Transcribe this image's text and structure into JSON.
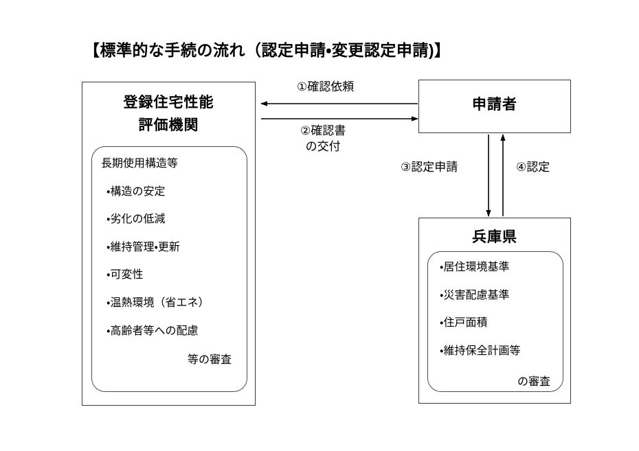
{
  "page": {
    "title": "【標準的な手続の流れ（認定申請・変更認定申請)】"
  },
  "agency": {
    "title_line1": "登録住宅性能",
    "title_line2": "評価機関",
    "criteria_heading": "長期使用構造等",
    "criteria": [
      "・構造の安定",
      "・劣化の低減",
      "・維持管理・更新",
      "・可変性",
      "・温熱環境（省エネ）",
      "・高齢者等への配慮"
    ],
    "footer": "等の審査"
  },
  "applicant": {
    "title": "申請者"
  },
  "prefecture": {
    "title": "兵庫県",
    "criteria": [
      "・居住環境基準",
      "・災害配慮基準",
      "・住戸面積",
      "・維持保全計画等"
    ],
    "footer": "の審査"
  },
  "flows": {
    "step1": "①確認依頼",
    "step2_line1": "②確認書",
    "step2_line2": "の交付",
    "step3": "③認定申請",
    "step4": "④認定"
  },
  "colors": {
    "background": "#ffffff",
    "ink": "#000000",
    "box_border": "#3a3a3a",
    "panel_border": "#4a4a4a"
  }
}
